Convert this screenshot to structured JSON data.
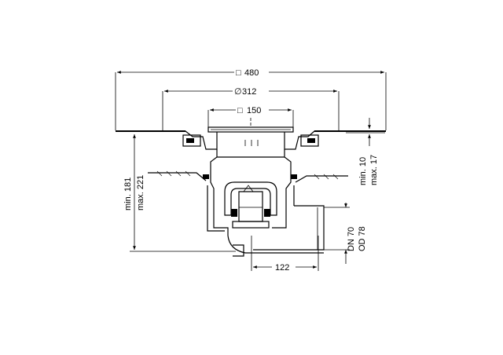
{
  "dimensions": {
    "square_480": "480",
    "diameter_312": "312",
    "square_150": "150",
    "offset_122": "122",
    "height_min": "min. 181",
    "height_max": "max. 221",
    "frame_min": "min. 10",
    "frame_max": "max. 17",
    "pipe_dn": "DN 70",
    "pipe_od": "OD 78"
  },
  "symbols": {
    "square": "□",
    "diameter": "∅"
  },
  "colors": {
    "line": "#000000",
    "background": "#ffffff"
  }
}
